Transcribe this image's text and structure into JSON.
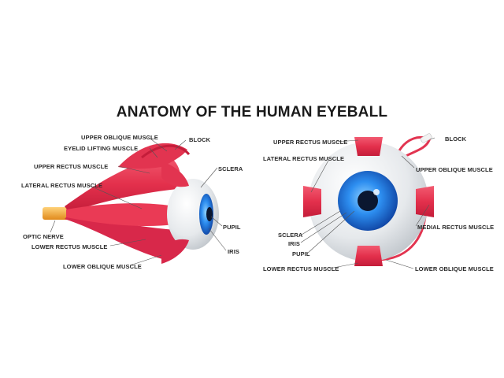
{
  "title": "ANATOMY OF THE HUMAN EYEBALL",
  "colors": {
    "muscle": "#e8334f",
    "muscle_dark": "#c51f3c",
    "sclera": "#e9ecef",
    "iris": "#1f6fd9",
    "pupil": "#0b1730",
    "optic_nerve": "#f4a531"
  },
  "side_view": {
    "labels": {
      "upper_oblique": "UPPER OBLIQUE MUSCLE",
      "eyelid_lifting": "EYELID LIFTING MUSCLE",
      "upper_rectus": "UPPER RECTUS MUSCLE",
      "lateral_rectus": "LATERAL RECTUS MUSCLE",
      "optic_nerve": "OPTIC NERVE",
      "lower_rectus": "LOWER RECTUS MUSCLE",
      "lower_oblique": "LOWER OBLIQUE MUSCLE",
      "block": "BLOCK",
      "sclera": "SCLERA",
      "pupil": "PUPIL",
      "iris": "IRIS"
    }
  },
  "front_view": {
    "labels": {
      "upper_rectus": "UPPER RECTUS MUSCLE",
      "lateral_rectus": "LATERAL RECTUS MUSCLE",
      "sclera": "SCLERA",
      "iris": "IRIS",
      "pupil": "PUPIL",
      "lower_rectus": "LOWER RECTUS MUSCLE",
      "block": "BLOCK",
      "upper_oblique": "UPPER OBLIQUE MUSCLE",
      "medial_rectus": "MEDIAL RECTUS MUSCLE",
      "lower_oblique": "LOWER OBLIQUE MUSCLE"
    }
  }
}
